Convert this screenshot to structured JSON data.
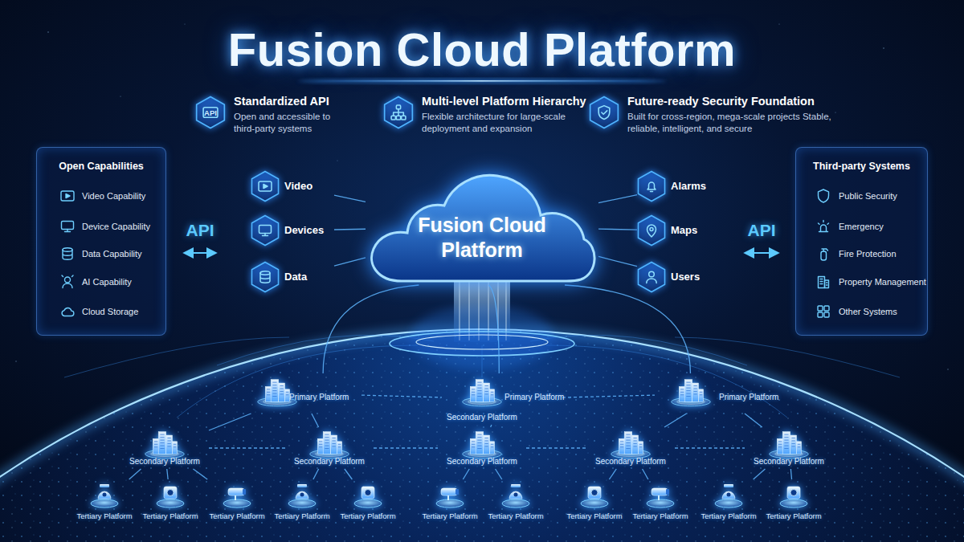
{
  "diagram": {
    "title": "Fusion Cloud Platform",
    "nodes": [
      {
        "text": [
          "Standardized API",
          "Open and accessible to third-party systems"
        ]
      },
      {
        "text": [
          "Multi-level Platform Hierarchy",
          "Flexible architecture for large-scale deployment and expansion"
        ]
      },
      {
        "text": [
          "Future-ready Security Foundation",
          "Built for cross-region, mega-scale projects Stable, reliable, intelligent, and secure"
        ]
      },
      {
        "text": [
          "Open Capabilities",
          "Video Capability",
          "Device Capability",
          "Data Capability",
          "AI Capability",
          "Cloud Storage"
        ]
      },
      {
        "text": [
          "Video"
        ]
      },
      {
        "text": [
          "Devices"
        ]
      },
      {
        "text": [
          "Data"
        ]
      },
      {
        "text": [
          "Fusion Cloud Platform"
        ]
      },
      {
        "text": [
          "Alarms"
        ]
      },
      {
        "text": [
          "Maps"
        ]
      },
      {
        "text": [
          "Users"
        ]
      },
      {
        "text": [
          "Third-party Systems",
          "Public Security",
          "Emergency",
          "Fire Protection",
          "Property Management",
          "Other Systems"
        ]
      },
      {
        "text": [
          "Primary Platform"
        ]
      },
      {
        "text": [
          "Primary Platform",
          "Secondary Platform"
        ]
      },
      {
        "text": [
          "Primary Platform"
        ]
      },
      {
        "text": [
          "Secondary Platform"
        ]
      },
      {
        "text": [
          "Secondary Platform"
        ]
      },
      {
        "text": [
          "Secondary Platform"
        ]
      },
      {
        "text": [
          "Secondary Platform"
        ]
      },
      {
        "text": [
          "Secondary Platform"
        ]
      },
      {
        "text": [
          "Tertiary Platform"
        ]
      },
      {
        "text": [
          "Tertiary Platform"
        ]
      },
      {
        "text": [
          "Tertiary Platform"
        ]
      },
      {
        "text": [
          "Tertiary Platform"
        ]
      },
      {
        "text": [
          "Tertiary Platform"
        ]
      },
      {
        "text": [
          "Tertiary Platform"
        ]
      },
      {
        "text": [
          "Tertiary Platform"
        ]
      },
      {
        "text": [
          "Tertiary Platform"
        ]
      },
      {
        "text": [
          "Tertiary Platform"
        ]
      },
      {
        "text": [
          "Tertiary Platform"
        ]
      },
      {
        "text": [
          "Tertiary Platform"
        ]
      }
    ],
    "edges": [
      {
        "from": 4,
        "to": 7,
        "arrow": "none"
      },
      {
        "from": 5,
        "to": 7,
        "arrow": "none"
      },
      {
        "from": 6,
        "to": 7,
        "arrow": "none"
      },
      {
        "from": 8,
        "to": 7,
        "arrow": "none"
      },
      {
        "from": 9,
        "to": 7,
        "arrow": "none"
      },
      {
        "from": 10,
        "to": 7,
        "arrow": "none"
      },
      {
        "from": 7,
        "to": 12,
        "arrow": "none"
      },
      {
        "from": 7,
        "to": 13,
        "arrow": "none"
      },
      {
        "from": 7,
        "to": 14,
        "arrow": "none"
      },
      {
        "from": 12,
        "to": 13,
        "arrow": "none"
      },
      {
        "from": 13,
        "to": 14,
        "arrow": "none"
      },
      {
        "from": 12,
        "to": 15,
        "arrow": "none"
      },
      {
        "from": 12,
        "to": 16,
        "arrow": "none"
      },
      {
        "from": 13,
        "to": 17,
        "arrow": "none"
      },
      {
        "from": 14,
        "to": 18,
        "arrow": "none"
      },
      {
        "from": 14,
        "to": 19,
        "arrow": "none"
      },
      {
        "from": 15,
        "to": 16,
        "arrow": "none"
      },
      {
        "from": 16,
        "to": 17,
        "arrow": "none"
      },
      {
        "from": 17,
        "to": 18,
        "arrow": "none"
      },
      {
        "from": 18,
        "to": 19,
        "arrow": "none"
      },
      {
        "from": 15,
        "to": 20,
        "arrow": "none"
      },
      {
        "from": 15,
        "to": 21,
        "arrow": "none"
      },
      {
        "from": 15,
        "to": 22,
        "arrow": "none"
      },
      {
        "from": 16,
        "to": 23,
        "arrow": "none"
      },
      {
        "from": 16,
        "to": 24,
        "arrow": "none"
      },
      {
        "from": 17,
        "to": 25,
        "arrow": "none"
      },
      {
        "from": 17,
        "to": 26,
        "arrow": "none"
      },
      {
        "from": 18,
        "to": 27,
        "arrow": "none"
      },
      {
        "from": 18,
        "to": 28,
        "arrow": "none"
      },
      {
        "from": 19,
        "to": 29,
        "arrow": "none"
      },
      {
        "from": 19,
        "to": 30,
        "arrow": "none"
      }
    ],
    "labels": [
      "API",
      "API",
      "API"
    ]
  }
}
